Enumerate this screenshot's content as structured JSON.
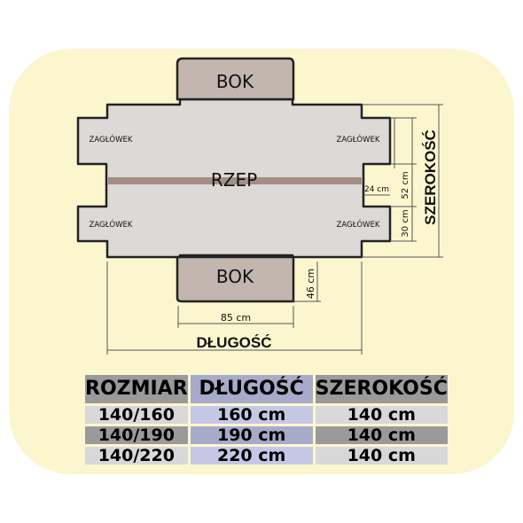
{
  "diagram": {
    "bok_top": "BOK",
    "bok_bottom": "BOK",
    "rzep": "RZEP",
    "zaglowek_tl": "ZAGŁÓWEK",
    "zaglowek_tr": "ZAGŁÓWEK",
    "zaglowek_bl": "ZAGŁÓWEK",
    "zaglowek_br": "ZAGŁÓWEK",
    "dim_24": "24 cm",
    "dim_52": "52 cm",
    "dim_30": "30 cm",
    "dim_46": "46 cm",
    "dim_85": "85 cm",
    "dlugosc": "DŁUGOŚĆ",
    "szerokosc": "SZEROKOŚĆ"
  },
  "table": {
    "headers": [
      "ROZMIAR",
      "DŁUGOŚĆ",
      "SZEROKOŚĆ"
    ],
    "rows": [
      [
        "140/160",
        "160 cm",
        "140 cm"
      ],
      [
        "140/190",
        "190 cm",
        "140 cm"
      ],
      [
        "140/220",
        "220 cm",
        "140 cm"
      ]
    ]
  },
  "colors": {
    "background": "#fcf6cf",
    "body_fill": "#dcd9d7",
    "bok_fill": "#c2b6ae",
    "strap": "#a48f83"
  }
}
